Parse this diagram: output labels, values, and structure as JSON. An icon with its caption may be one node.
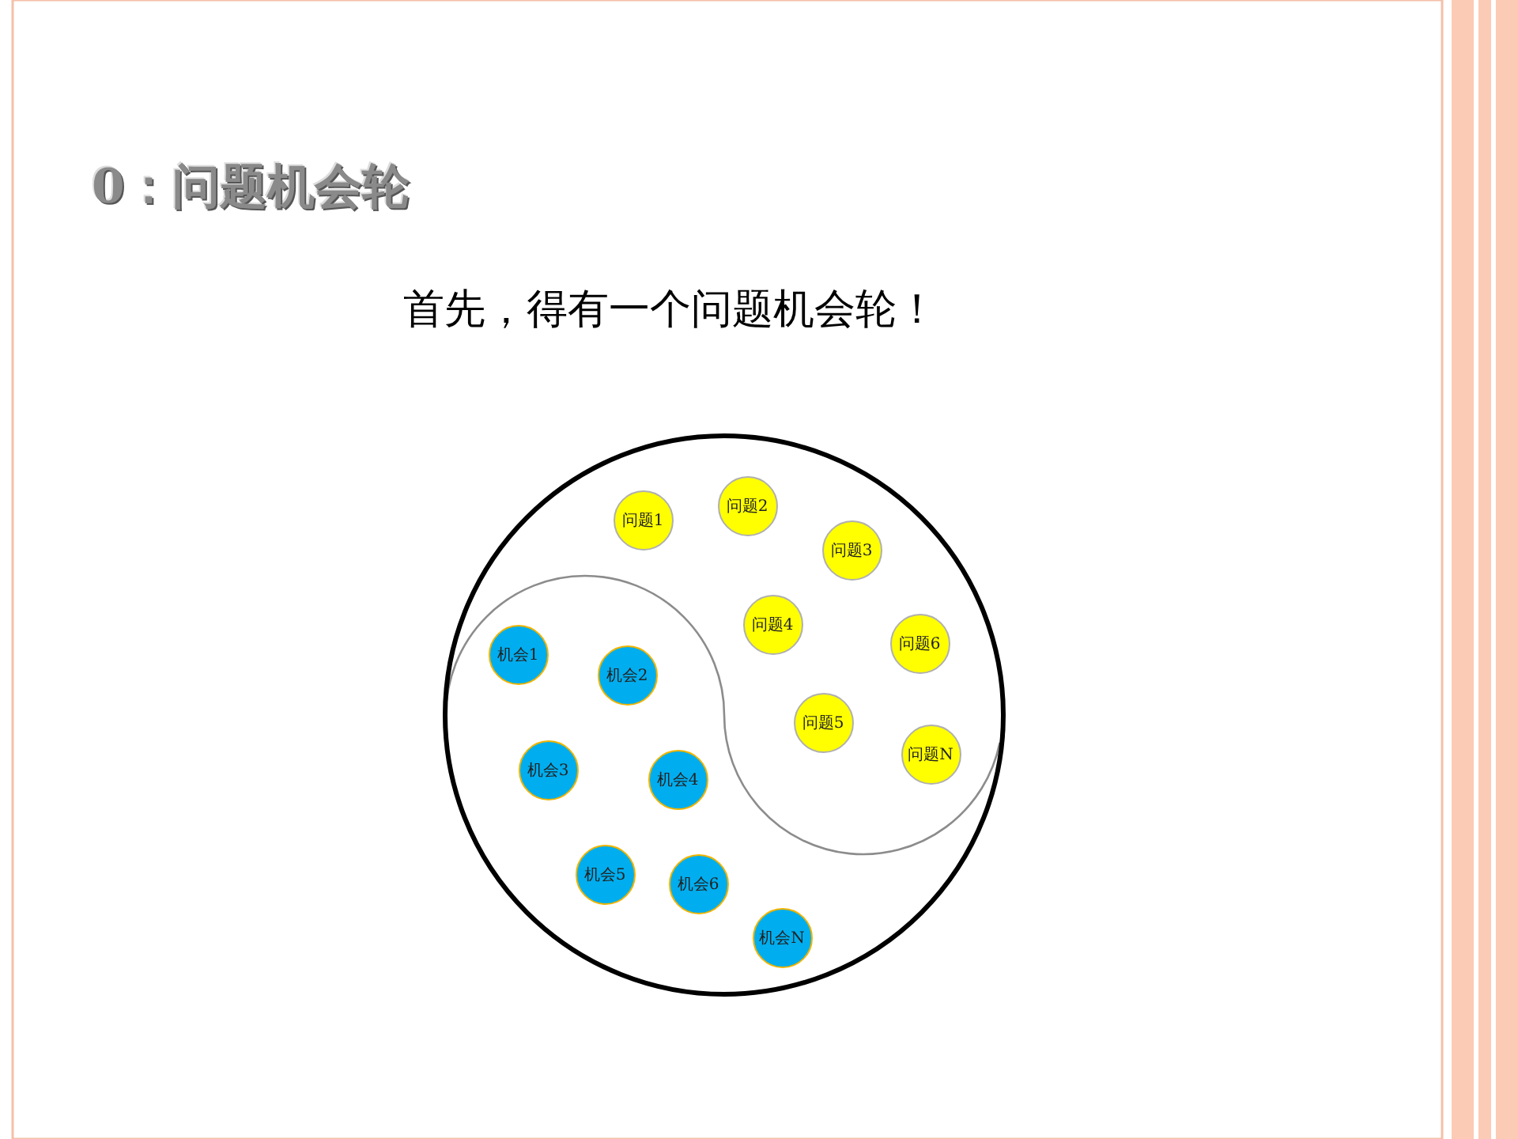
{
  "diagram": {
    "title": "0：问题机会轮",
    "nodes": [
      {
        "text": [],
        "shape": "circle"
      },
      {
        "text": [
          "问题1"
        ],
        "in": 0
      },
      {
        "text": [
          "问题2"
        ],
        "in": 0
      },
      {
        "text": [
          "问题3"
        ],
        "in": 0
      },
      {
        "text": [
          "问题4"
        ],
        "in": 0
      },
      {
        "text": [
          "问题6"
        ],
        "in": 0
      },
      {
        "text": [
          "问题5"
        ],
        "in": 0
      },
      {
        "text": [
          "问题N"
        ],
        "in": 0
      },
      {
        "text": [
          "机会1"
        ],
        "in": 0
      },
      {
        "text": [
          "机会2"
        ],
        "in": 0
      },
      {
        "text": [
          "机会3"
        ],
        "in": 0
      },
      {
        "text": [
          "机会4"
        ],
        "in": 0
      },
      {
        "text": [
          "机会5"
        ],
        "in": 0
      },
      {
        "text": [
          "机会6"
        ],
        "in": 0
      },
      {
        "text": [
          "机会N"
        ],
        "in": 0
      }
    ],
    "labels": [
      "首先，得有一个问题机会轮！"
    ]
  }
}
